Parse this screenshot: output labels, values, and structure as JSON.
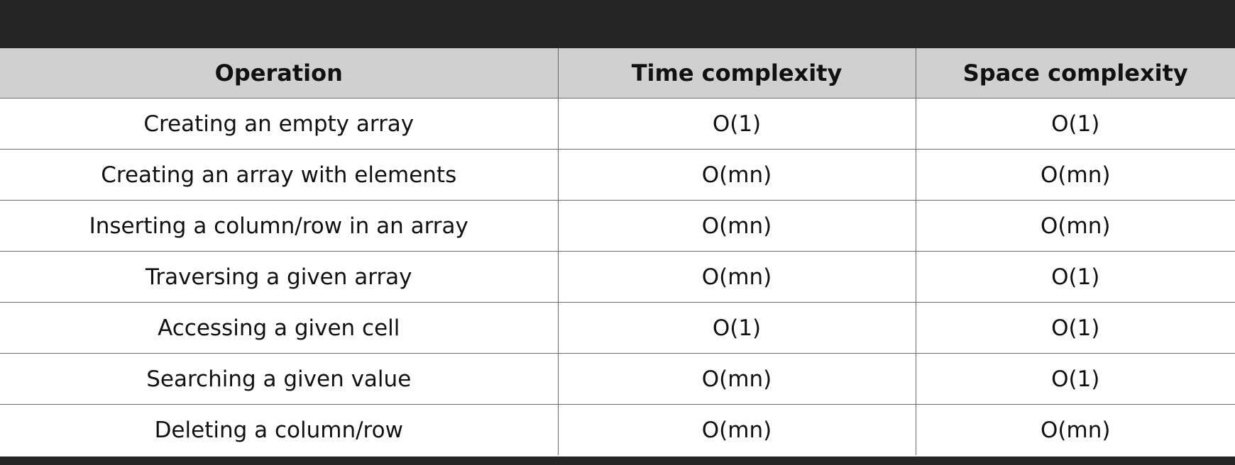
{
  "table": {
    "headers": [
      "Operation",
      "Time complexity",
      "Space complexity"
    ],
    "rows": [
      [
        "Creating an empty array",
        "O(1)",
        "O(1)"
      ],
      [
        "Creating an array with elements",
        "O(mn)",
        "O(mn)"
      ],
      [
        "Inserting a column/row in an array",
        "O(mn)",
        "O(mn)"
      ],
      [
        "Traversing a given array",
        "O(mn)",
        "O(1)"
      ],
      [
        "Accessing a given cell",
        "O(1)",
        "O(1)"
      ],
      [
        "Searching a given value",
        "O(mn)",
        "O(1)"
      ],
      [
        "Deleting a column/row",
        "O(mn)",
        "O(mn)"
      ]
    ]
  },
  "colors": {
    "header_bg": "#d0d0d0",
    "frame_bg": "#252525",
    "row_bg": "#ffffff"
  }
}
